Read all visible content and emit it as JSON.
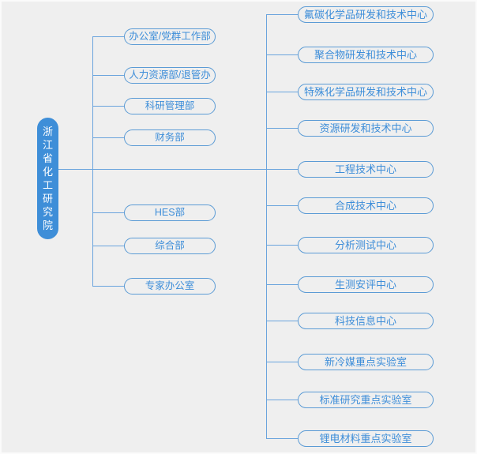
{
  "colors": {
    "background": "#efefef",
    "connector": "#6aa4dd",
    "box_border": "#5b9bd5",
    "box_text": "#3e8ed9",
    "root_fill": "#3e8ed8",
    "root_text": "#ffffff"
  },
  "root": {
    "label": "浙江省化工研究院"
  },
  "admin_departments": [
    {
      "label": "办公室/党群工作部"
    },
    {
      "label": "人力资源部/退管办"
    },
    {
      "label": "科研管理部"
    },
    {
      "label": "财务部"
    },
    {
      "label": "HES部"
    },
    {
      "label": "综合部"
    },
    {
      "label": "专家办公室"
    }
  ],
  "research_centers": [
    {
      "label": "氟碳化学品研发和技术中心"
    },
    {
      "label": "聚合物研发和技术中心"
    },
    {
      "label": "特殊化学品研发和技术中心"
    },
    {
      "label": "资源研发和技术中心"
    },
    {
      "label": "工程技术中心"
    },
    {
      "label": "合成技术中心"
    },
    {
      "label": "分析测试中心"
    },
    {
      "label": "生测安评中心"
    },
    {
      "label": "科技信息中心"
    },
    {
      "label": "新冷媒重点实验室"
    },
    {
      "label": "标准研究重点实验室"
    },
    {
      "label": "锂电材料重点实验室"
    }
  ]
}
